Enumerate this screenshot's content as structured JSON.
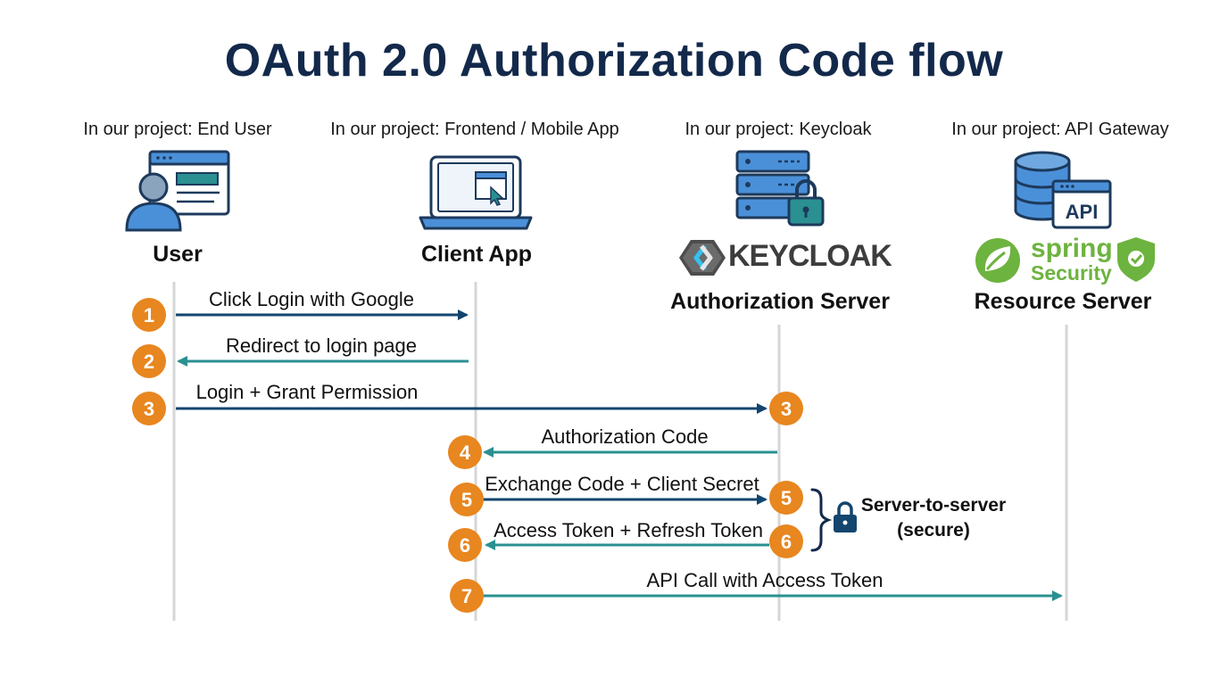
{
  "title": "OAuth 2.0 Authorization Code flow",
  "participants": [
    {
      "caption": "In our project: End User",
      "name": "User",
      "icon": "user-screen-icon"
    },
    {
      "caption": "In our project: Frontend / Mobile App",
      "name": "Client App",
      "icon": "laptop-icon"
    },
    {
      "caption": "In our project: Keycloak",
      "name": "Authorization Server",
      "icon": "server-lock-icon",
      "logo_text": "KEYCLOAK"
    },
    {
      "caption": "In our project: API Gateway",
      "name": "Resource Server",
      "icon": "database-api-icon",
      "icon_text": "API",
      "logo_text_1": "spring",
      "logo_text_2": "Security"
    }
  ],
  "steps": [
    {
      "n": "1",
      "label": "Click Login with Google",
      "from": "User",
      "to": "Client App"
    },
    {
      "n": "2",
      "label": "Redirect to login page",
      "from": "Client App",
      "to": "User"
    },
    {
      "n": "3",
      "label": "Login + Grant Permission",
      "from": "User",
      "to": "Authorization Server"
    },
    {
      "n": "4",
      "label": "Authorization Code",
      "from": "Authorization Server",
      "to": "Client App"
    },
    {
      "n": "5",
      "label": "Exchange Code + Client Secret",
      "from": "Client App",
      "to": "Authorization Server"
    },
    {
      "n": "6",
      "label": "Access Token + Refresh Token",
      "from": "Authorization Server",
      "to": "Client App"
    },
    {
      "n": "7",
      "label": "API Call with Access Token",
      "from": "Client App",
      "to": "Resource Server"
    }
  ],
  "note": {
    "line1": "Server-to-server",
    "line2": "(secure)",
    "icon": "lock-icon"
  },
  "colors": {
    "title": "#13294b",
    "badge": "#e8861f",
    "arrow_dark": "#13456e",
    "arrow_teal": "#2a9092",
    "lifeline": "#d6d6d6",
    "icon_blue": "#4a90d9",
    "icon_dark": "#1d3a5c",
    "spring_green": "#6db33f"
  }
}
